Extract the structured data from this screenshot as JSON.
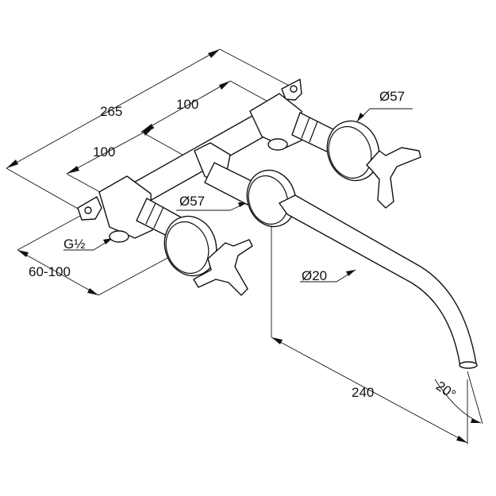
{
  "dimensions": {
    "overall_width": "265",
    "upper_spacing": "100",
    "lower_spacing": "100",
    "handle_diameter_upper": "Ø57",
    "handle_diameter_lower": "Ø57",
    "spout_diameter": "Ø20",
    "spout_projection": "240",
    "spout_angle": "20°",
    "thread": "G½",
    "wall_depth": "60-100"
  },
  "colors": {
    "line": "#111111",
    "background": "#ffffff"
  }
}
